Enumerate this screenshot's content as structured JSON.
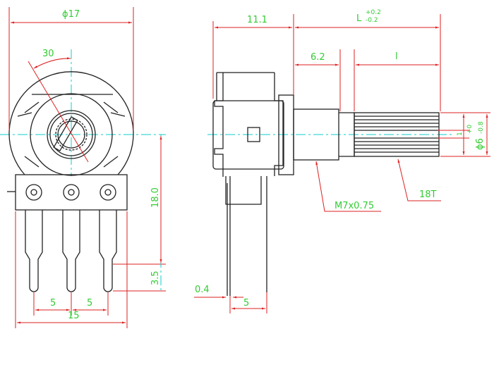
{
  "dimensions": {
    "outer_diameter": "ϕ17",
    "angle": "30",
    "height_to_pins": "18.0",
    "pin_offset": "3.5",
    "pin_pitch_1": "5",
    "pin_pitch_2": "5",
    "pin_span": "15",
    "body_depth": "11.1",
    "shaft_length": "L",
    "shaft_tol_plus": "+0.2",
    "shaft_tol_minus": "-0.2",
    "bushing_length": "6.2",
    "knurl_length": "l",
    "flat_depth": "1",
    "shaft_diameter": "ϕ6",
    "dia_tol_plus": "+0",
    "dia_tol_minus": "-0.8",
    "thread": "M7x0.75",
    "knurl": "18T",
    "pin_thickness": "0.4",
    "leg_pitch": "5"
  }
}
